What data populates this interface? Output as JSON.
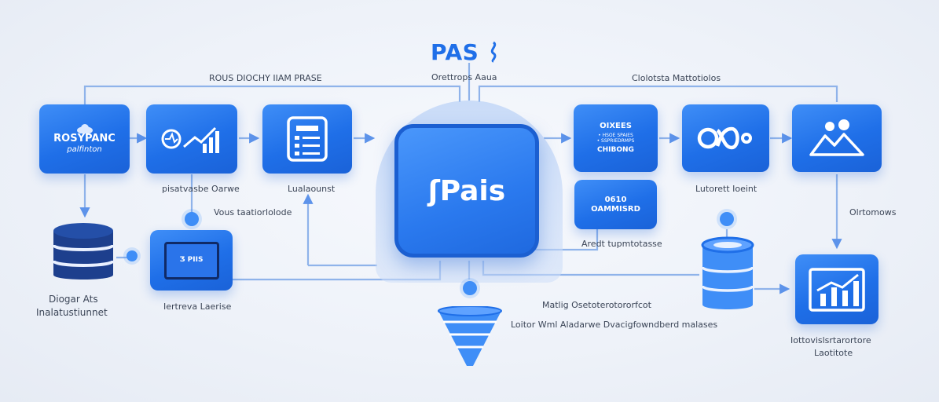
{
  "logo": {
    "text": "PAS"
  },
  "central": {
    "text": "ʃPais"
  },
  "nodes": {
    "n1": {
      "line1": "ROSYPANC",
      "line2": "palfinton"
    },
    "n7": {
      "line1": "OIXEES",
      "line2": "• HSOE SPAIES\n• SSPRIEDRMPS",
      "line3": "CHIBONG"
    },
    "n8": {
      "line1": "0610",
      "line2": "OAMMISRD"
    },
    "n5": {
      "line1": "Ʒ PIIS"
    }
  },
  "labels": {
    "top_left": "ROUS DIOCHY IIAM PRASE",
    "top_center": "Orettrops Aaua",
    "top_right": "Clolotsta Mattotiolos",
    "left_label": "pisatvasbe Oarwe",
    "mid_label": "Lualaounst",
    "vous": "Vous taatiorlolode",
    "db_left_1": "Diogar Ats",
    "db_left_2": "Inalatustiunnet",
    "lower_left_label": "Iertreva Laerise",
    "right_mid_label": "Lutorett Ioeint",
    "right_side": "Olrtomows",
    "center_lower": "Aredt tupmtotasse",
    "bottom_1": "Matlig Osetoterotororfcot",
    "bottom_2": "Loitor Wml Aladarwe Dvacigfowndberd malases",
    "br_1": "Iottovislsrtarortore",
    "br_2": "Laotitote"
  },
  "colors": {
    "primary": "#1f6fe8",
    "primary_light": "#3f8ef7",
    "line": "#8fb3ea",
    "text": "#3b4557"
  },
  "icons": [
    "database-icon",
    "trend-chart-icon",
    "report-icon",
    "infinity-icon",
    "landscape-image-icon",
    "bar-chart-icon",
    "funnel-icon"
  ]
}
